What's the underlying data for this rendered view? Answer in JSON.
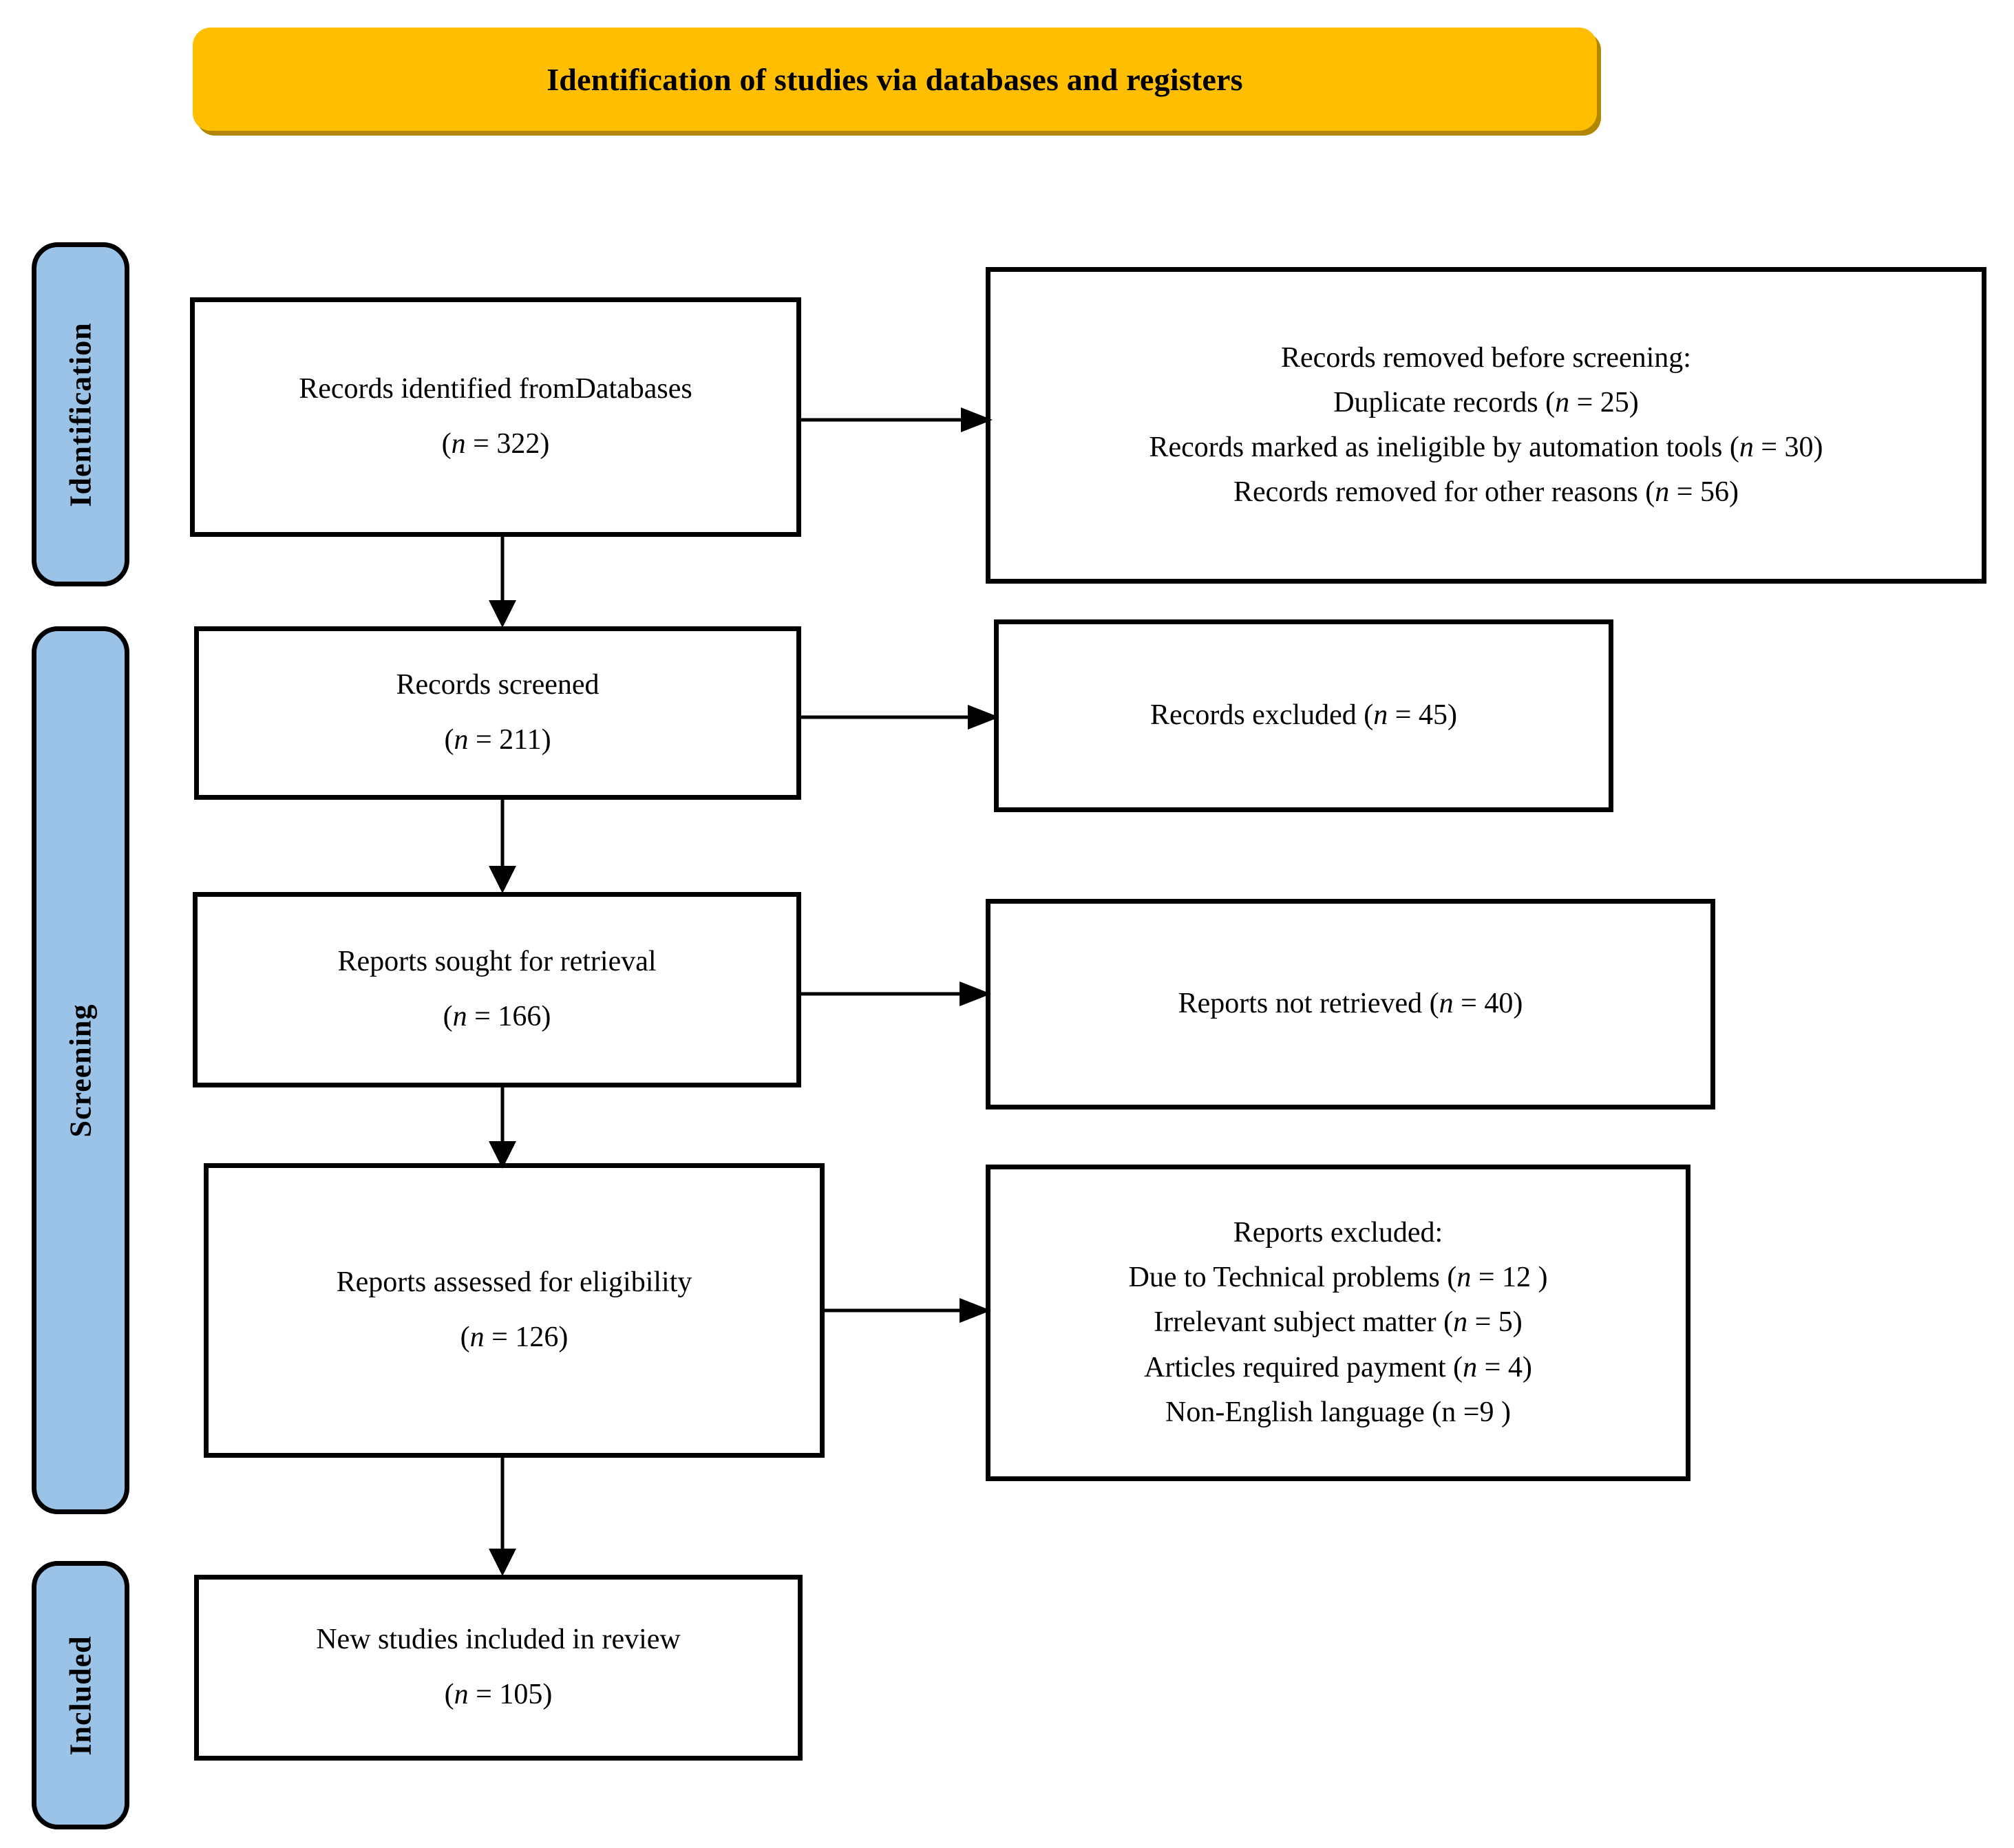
{
  "banner": {
    "title": "Identification of studies via databases and registers",
    "bg_color": "#FFBF00",
    "shadow_color": "#B38600"
  },
  "stages": [
    {
      "key": "identification",
      "label": "Identification"
    },
    {
      "key": "screening",
      "label": "Screening"
    },
    {
      "key": "included",
      "label": "Included"
    }
  ],
  "stage_color": "#9BC3E8",
  "boxes": {
    "identified": {
      "line1": "Records identified fromDatabases",
      "line2_pre": "(",
      "line2_n": "n",
      "line2_post": " = 322)"
    },
    "removed": {
      "line1": "Records removed before screening:",
      "line2_pre": "Duplicate records (",
      "line2_n": "n",
      "line2_post": " = 25)",
      "line3_pre": "Records marked as ineligible by automation tools (",
      "line3_n": "n",
      "line3_post": " = 30)",
      "line4_pre": "Records removed for other reasons (",
      "line4_n": "n",
      "line4_post": " = 56)"
    },
    "screened": {
      "line1": "Records screened",
      "line2_pre": "(",
      "line2_n": "n",
      "line2_post": " = 211)"
    },
    "excluded_records": {
      "line1_pre": "Records excluded  (",
      "line1_n": "n",
      "line1_post": " = 45)"
    },
    "sought": {
      "line1": "Reports sought for retrieval",
      "line2_pre": "(",
      "line2_n": "n",
      "line2_post": " = 166)"
    },
    "not_retrieved": {
      "line1_pre": "Reports not retrieved (",
      "line1_n": "n",
      "line1_post": " = 40)"
    },
    "assessed": {
      "line1": "Reports assessed for eligibility",
      "line2_pre": "(",
      "line2_n": "n",
      "line2_post": " = 126)"
    },
    "excluded_reports": {
      "line1": "Reports excluded:",
      "line2_pre": "Due to Technical problems (",
      "line2_n": "n",
      "line2_post": " = 12 )",
      "line3_pre": "Irrelevant subject matter (",
      "line3_n": "n",
      "line3_post": " = 5)",
      "line4_pre": "Articles required payment (",
      "line4_n": "n",
      "line4_post": " = 4)",
      "line5_plain": "Non-English language (n =9 )"
    },
    "included": {
      "line1": "New studies included in review",
      "line2_pre": "(",
      "line2_n": "n",
      "line2_post": " = 105)"
    }
  },
  "chart_data": {
    "type": "diagram",
    "title": "Identification of studies via databases and registers",
    "diagram_kind": "PRISMA 2020 flow diagram",
    "stages": [
      "Identification",
      "Screening",
      "Included"
    ],
    "nodes": [
      {
        "id": "identified",
        "stage": "Identification",
        "label": "Records identified fromDatabases",
        "n": 322
      },
      {
        "id": "removed",
        "stage": "Identification",
        "label": "Records removed before screening",
        "items": [
          {
            "label": "Duplicate records",
            "n": 25
          },
          {
            "label": "Records marked as ineligible by automation tools",
            "n": 30
          },
          {
            "label": "Records removed for other reasons",
            "n": 56
          }
        ]
      },
      {
        "id": "screened",
        "stage": "Screening",
        "label": "Records screened",
        "n": 211
      },
      {
        "id": "excluded_records",
        "stage": "Screening",
        "label": "Records excluded",
        "n": 45
      },
      {
        "id": "sought",
        "stage": "Screening",
        "label": "Reports sought for retrieval",
        "n": 166
      },
      {
        "id": "not_retrieved",
        "stage": "Screening",
        "label": "Reports not retrieved",
        "n": 40
      },
      {
        "id": "assessed",
        "stage": "Screening",
        "label": "Reports assessed for eligibility",
        "n": 126
      },
      {
        "id": "excluded_reports",
        "stage": "Screening",
        "label": "Reports excluded",
        "items": [
          {
            "label": "Due to Technical problems",
            "n": 12
          },
          {
            "label": "Irrelevant subject matter",
            "n": 5
          },
          {
            "label": "Articles required payment",
            "n": 4
          },
          {
            "label": "Non-English language",
            "n": 9
          }
        ]
      },
      {
        "id": "included",
        "stage": "Included",
        "label": "New studies included in review",
        "n": 105
      }
    ],
    "edges": [
      {
        "from": "identified",
        "to": "removed",
        "direction": "right"
      },
      {
        "from": "identified",
        "to": "screened",
        "direction": "down"
      },
      {
        "from": "screened",
        "to": "excluded_records",
        "direction": "right"
      },
      {
        "from": "screened",
        "to": "sought",
        "direction": "down"
      },
      {
        "from": "sought",
        "to": "not_retrieved",
        "direction": "right"
      },
      {
        "from": "sought",
        "to": "assessed",
        "direction": "down"
      },
      {
        "from": "assessed",
        "to": "excluded_reports",
        "direction": "right"
      },
      {
        "from": "assessed",
        "to": "included",
        "direction": "down"
      }
    ]
  }
}
